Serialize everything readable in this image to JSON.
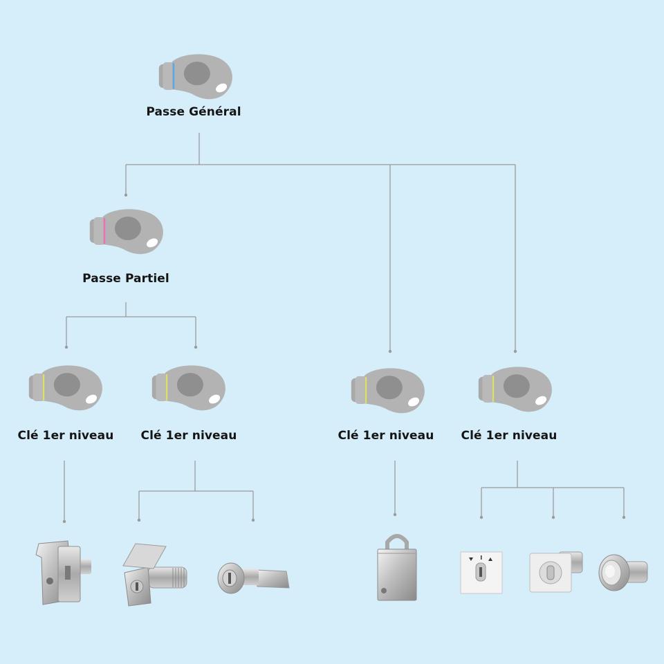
{
  "diagram": {
    "root": {
      "label": "Passe Général",
      "ring_color": "#5aa6e6"
    },
    "partial": {
      "label": "Passe Partiel",
      "ring_color": "#ef6fb4"
    },
    "level1": [
      {
        "label": "Clé 1er niveau",
        "ring_color": "#d8e26a"
      },
      {
        "label": "Clé 1er niveau",
        "ring_color": "#d8e26a"
      },
      {
        "label": "Clé 1er niveau",
        "ring_color": "#d8e26a"
      },
      {
        "label": "Clé 1er niveau",
        "ring_color": "#d8e26a"
      }
    ],
    "locks": [
      {
        "icon": "t-handle-lock-icon"
      },
      {
        "icon": "flap-cylinder-lock-icon"
      },
      {
        "icon": "cam-lock-icon"
      },
      {
        "icon": "padlock-icon"
      },
      {
        "icon": "key-switch-plate-icon"
      },
      {
        "icon": "square-flange-cylinder-icon"
      },
      {
        "icon": "push-button-lock-icon"
      }
    ],
    "colors": {
      "background": "#d6eef9",
      "connector": "#9a9a9a",
      "key_body": "#b3b3b3",
      "key_inner": "#8f8f8f"
    }
  }
}
